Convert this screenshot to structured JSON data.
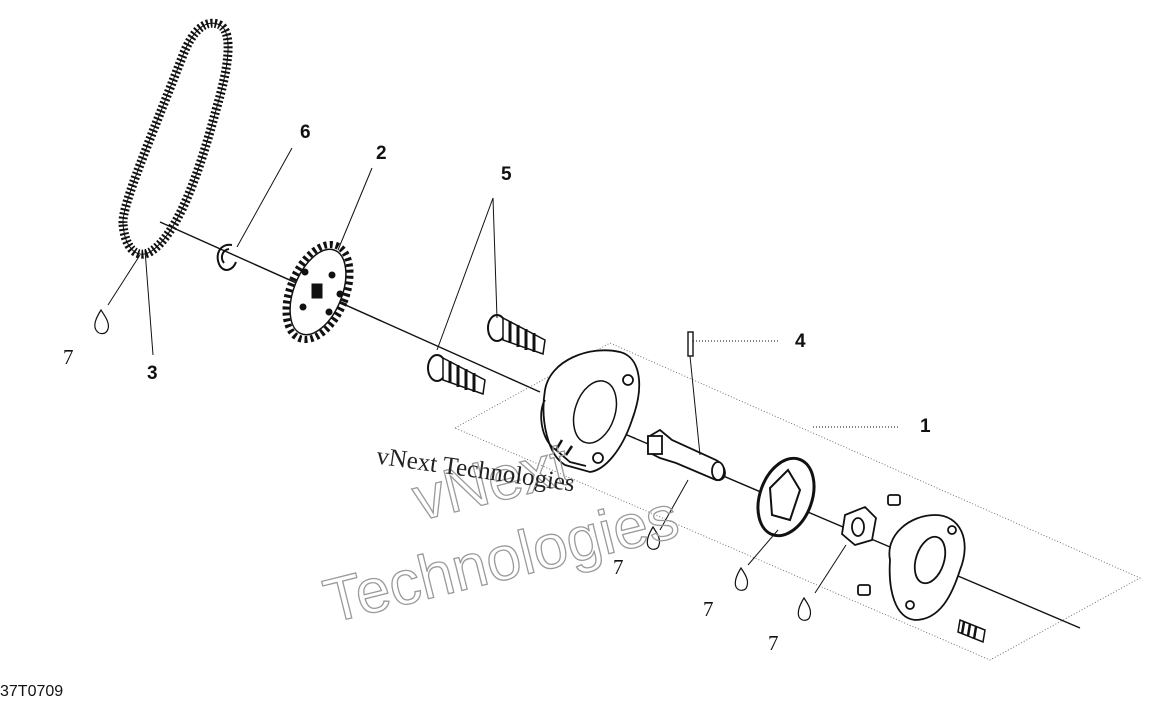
{
  "callouts": {
    "c1": "1",
    "c2": "2",
    "c3": "3",
    "c4": "4",
    "c5": "5",
    "c6": "6",
    "oil_a": "7",
    "oil_b": "7",
    "oil_c": "7",
    "oil_d": "7"
  },
  "watermark": {
    "line1": "vNext Technologies",
    "outline_top": "vNext",
    "outline_bottom": "Technologies"
  },
  "figure_code": "37T0709"
}
